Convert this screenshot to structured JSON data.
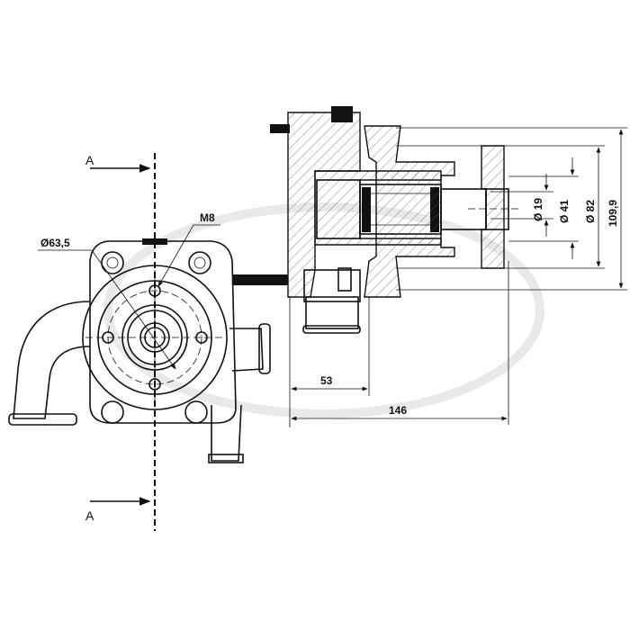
{
  "drawing": {
    "section_label_top": "A",
    "section_label_bottom": "A",
    "flange_diameter": "Ø63,5",
    "thread": "M8",
    "dim_53": "53",
    "dim_146": "146",
    "dim_d19": "Ø 19",
    "dim_d41": "Ø 41",
    "dim_d82": "Ø 82",
    "dim_109_9": "109,9"
  }
}
